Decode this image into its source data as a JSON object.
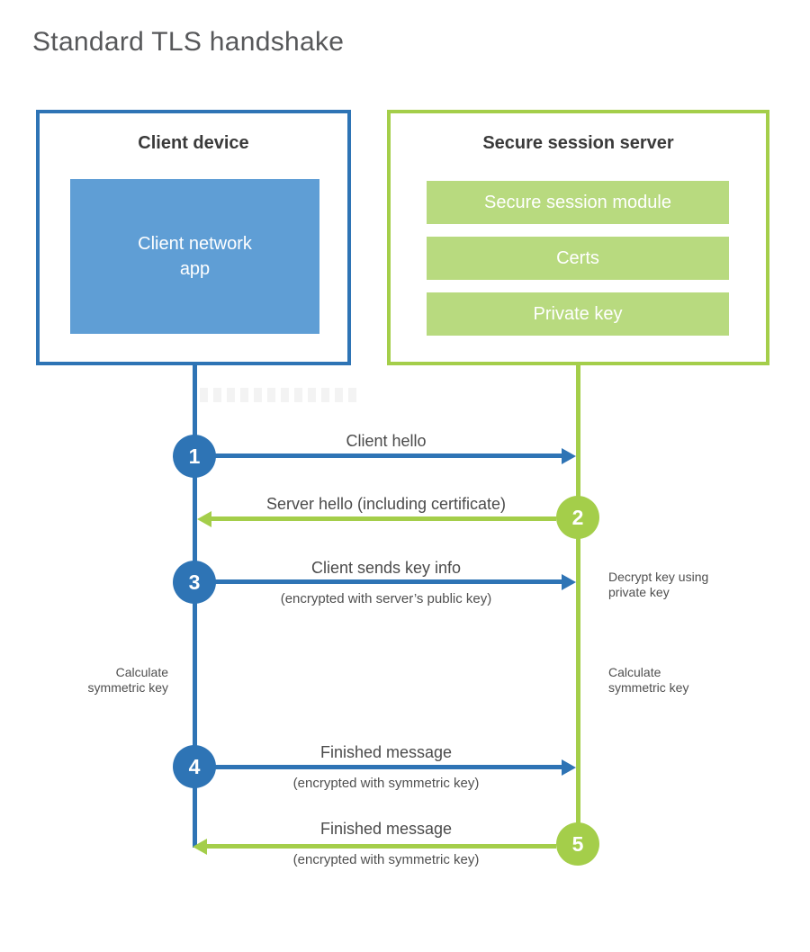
{
  "title": "Standard TLS handshake",
  "client": {
    "title": "Client device",
    "app": "Client network app"
  },
  "server": {
    "title": "Secure session server",
    "modules": [
      "Secure session module",
      "Certs",
      "Private key"
    ]
  },
  "steps": [
    {
      "num": "1",
      "from": "client",
      "direction": "right",
      "label": "Client hello",
      "sublabel": ""
    },
    {
      "num": "2",
      "from": "server",
      "direction": "left",
      "label": "Server hello (including certificate)",
      "sublabel": ""
    },
    {
      "num": "3",
      "from": "client",
      "direction": "right",
      "label": "Client sends key info",
      "sublabel": "(encrypted with server’s public key)"
    },
    {
      "num": "4",
      "from": "client",
      "direction": "right",
      "label": "Finished message",
      "sublabel": "(encrypted with symmetric key)"
    },
    {
      "num": "5",
      "from": "server",
      "direction": "left",
      "label": "Finished message",
      "sublabel": "(encrypted with symmetric key)"
    }
  ],
  "side_notes": {
    "decrypt": "Decrypt key using private key",
    "calculate_left": "Calculate symmetric key",
    "calculate_right": "Calculate symmetric key"
  },
  "colors": {
    "blue": "#2e74b5",
    "blue_fill": "#5f9ed5",
    "green": "#a4ce4a",
    "green_fill": "#b8da7f"
  }
}
